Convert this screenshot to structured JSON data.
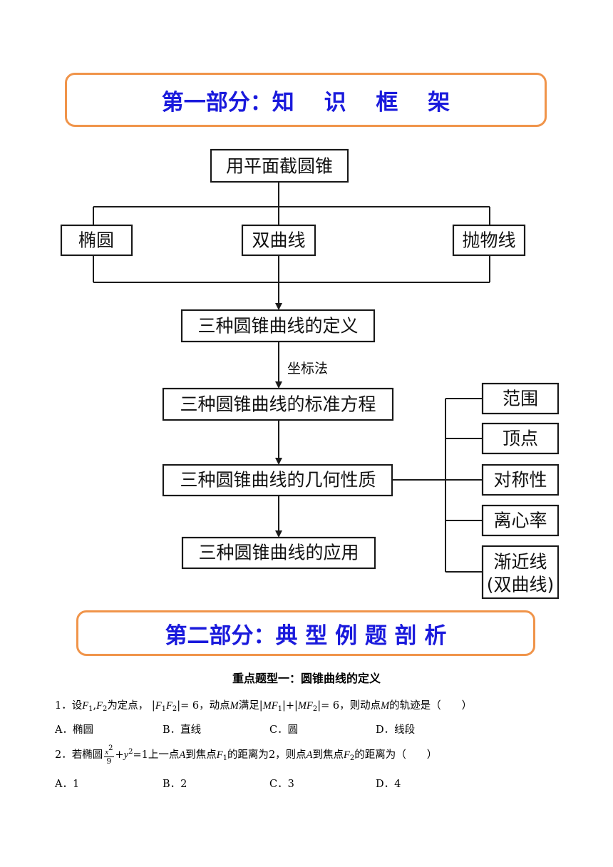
{
  "part1": {
    "title": "第一部分：知　 识　 框　 架"
  },
  "part2": {
    "title": "第二部分：典 型 例 题 剖 析"
  },
  "diagram": {
    "root": "用平面截圆锥",
    "curves": [
      "椭圆",
      "双曲线",
      "抛物线"
    ],
    "definition": "三种圆锥曲线的定义",
    "method_label": "坐标法",
    "equation": "三种圆锥曲线的标准方程",
    "properties": "三种圆锥曲线的几何性质",
    "application": "三种圆锥曲线的应用",
    "property_items": [
      "范围",
      "顶点",
      "对称性",
      "离心率"
    ],
    "asymptote": {
      "line1": "渐近线",
      "line2": "(双曲线)"
    }
  },
  "section": {
    "title": "重点题型一：圆锥曲线的定义"
  },
  "q1": {
    "number": "1．",
    "t1": "设",
    "F": "F",
    "s1": "1",
    "comma": ",",
    "s2": "2",
    "t2": "为定点，",
    "abs_open": "|",
    "abs_close": "|",
    "eq6": "= 6",
    "t3": "，动点",
    "M": "M",
    "t4": "满足",
    "MF": "MF",
    "plus": "+",
    "t5": "，则动点",
    "t6": "的轨迹是（　　）",
    "options": [
      "A．椭圆",
      "B．直线",
      "C．圆",
      "D．线段"
    ]
  },
  "q2": {
    "number": "2．",
    "t1": "若椭圆",
    "x": "x",
    "two": "2",
    "nine": "9",
    "plus": "+",
    "y": "y",
    "eq1": "=1",
    "t2": "上一点",
    "A": "A",
    "t3": "到焦点",
    "F": "F",
    "s1": "1",
    "t4": "的距离为",
    "val": "2",
    "t5": "，则点",
    "t6": "到焦点",
    "s2": "2",
    "t7": "的距离为（　　）",
    "options": [
      "A．1",
      "B．2",
      "C．3",
      "D．4"
    ]
  }
}
